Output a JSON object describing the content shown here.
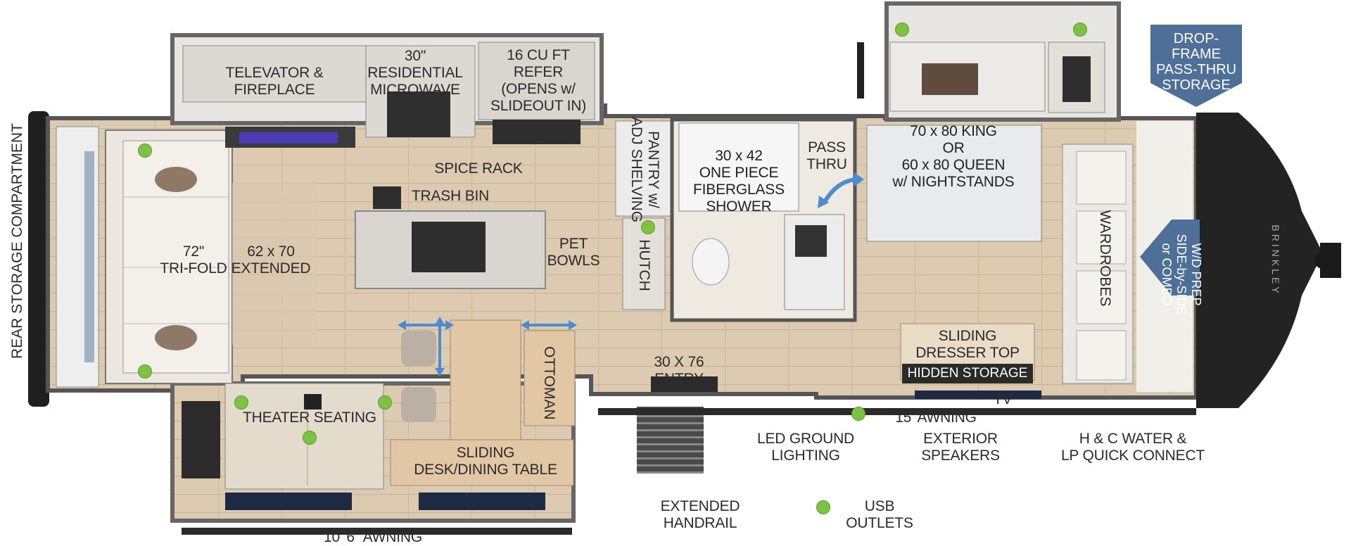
{
  "rooms": {
    "televator": "TELEVATOR & FIREPLACE",
    "microwave": "30\" RESIDENTIAL\nMICROWAVE",
    "refer": "16 CU FT\nREFER\n(OPENS w/\nSLIDEOUT IN)",
    "spice_rack": "SPICE RACK",
    "trash_bin": "TRASH BIN",
    "pet_bowls": "PET\nBOWLS",
    "trifold": "72\"\nTRI-FOLD",
    "extended": "62 x 70\nEXTENDED",
    "pantry": "PANTRY w/\nADJ SHELVING",
    "hutch": "HUTCH",
    "shower": "30 x 42\nONE PIECE\nFIBERGLASS\nSHOWER",
    "pass_thru": "PASS\nTHRU",
    "bed": "70 x 80 KING\nOR\n60 x 80 QUEEN\nw/ NIGHTSTANDS",
    "wardrobes": "WARDROBES",
    "dresser": "SLIDING\nDRESSER TOP",
    "hidden_storage": "HIDDEN STORAGE",
    "tv": "TV",
    "ottoman": "OTTOMAN",
    "entry": "30 X 76\nENTRY",
    "theater": "THEATER SEATING",
    "desk": "SLIDING\nDESK/DINING TABLE",
    "rear_storage": "REAR STORAGE COMPARTMENT"
  },
  "exterior": {
    "awning_rear": "10' 6\"  AWNING",
    "awning_main": "15' AWNING",
    "led": "LED GROUND\nLIGHTING",
    "speakers": "EXTERIOR\nSPEAKERS",
    "water": "H & C WATER &\nLP QUICK CONNECT",
    "handrail": "EXTENDED HANDRAIL",
    "usb_legend": "USB OUTLETS"
  },
  "callouts": {
    "drop_frame": "DROP-FRAME\nPASS-THRU\nSTORAGE",
    "wd_prep": "W/D PREP\nSIDE-by-SIDE\nor COMBO",
    "brand": "BRINKLEY"
  },
  "colors": {
    "usb_dot": "#7dc242",
    "callout_blue": "#4d6f98",
    "floor": "#d9c7ac",
    "wall": "#5c5c5c",
    "cabinet": "#e3e0da"
  }
}
